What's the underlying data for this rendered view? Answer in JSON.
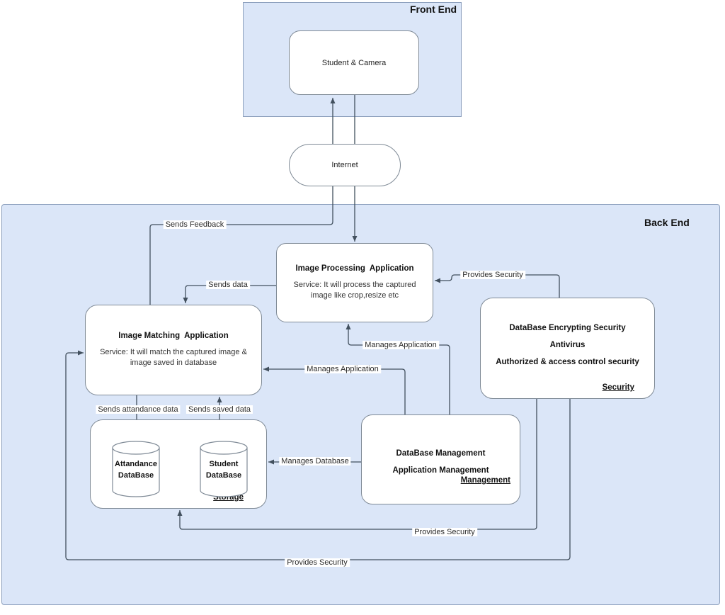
{
  "front_end": {
    "label": "Front End",
    "student_camera_label": "Student & Camera"
  },
  "internet_label": "Internet",
  "back_end": {
    "label": "Back End"
  },
  "nodes": {
    "image_processing": {
      "title": "Image Processing  Application",
      "body": "Service: It will process the captured image like crop,resize etc"
    },
    "image_matching": {
      "title": "Image Matching  Application",
      "body": "Service: It will match the captured image & image saved in database"
    },
    "security": {
      "line1": "DataBase Encrypting Security",
      "line2": "Antivirus",
      "line3": "Authorized & access control security",
      "corner_label": "Security"
    },
    "management": {
      "line1": "DataBase Management",
      "line2": "Application Management",
      "corner_label": "Management"
    },
    "storage": {
      "corner_label": "Storage",
      "attandance_db": {
        "line1": "Attandance",
        "line2": "DataBase"
      },
      "student_db": {
        "line1": "Student",
        "line2": "DataBase"
      }
    }
  },
  "edges": {
    "sends_feedback": "Sends Feedback",
    "sends_data": "Sends data",
    "provides_security_top": "Provides Security",
    "manages_application_upper": "Manages Application",
    "manages_application_lower": "Manages Application",
    "manages_database": "Manages Database",
    "sends_attandance_data": "Sends attandance data",
    "sends_saved_data": "Sends saved data",
    "provides_security_middle": "Provides Security",
    "provides_security_bottom": "Provides Security"
  },
  "colors": {
    "container_fill": "#dbe6f8",
    "container_border": "#8da0bd",
    "node_fill": "#ffffff",
    "node_border": "#7f8a96",
    "connector": "#42505e"
  }
}
